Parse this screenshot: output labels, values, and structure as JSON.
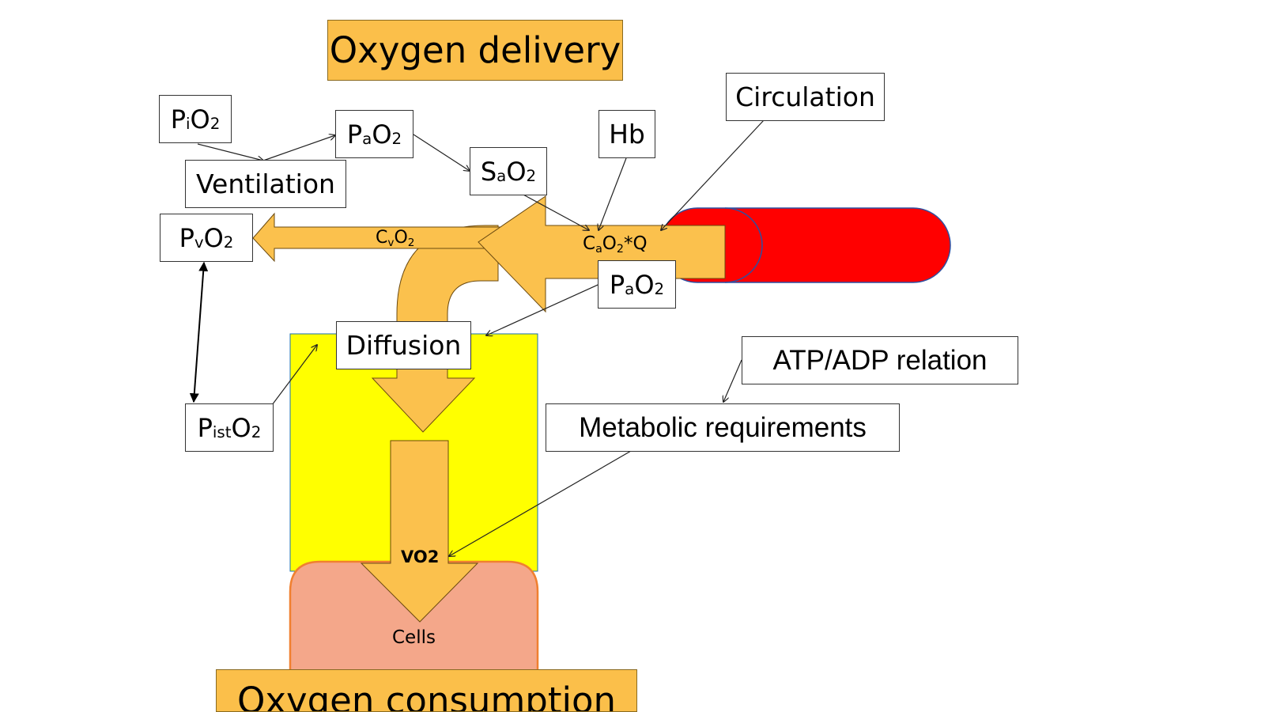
{
  "titles": {
    "delivery": "Oxygen delivery",
    "consumption": "Oxygen consumption"
  },
  "labels": {
    "pio2": {
      "main": "P",
      "sub": "i",
      "tail": "O",
      "tail_sub": "2"
    },
    "pao2_top": {
      "main": "P",
      "sub": "a",
      "tail": "O",
      "tail_sub": "2"
    },
    "sao2": {
      "main": "S",
      "sub": "a",
      "tail": "O",
      "tail_sub": "2"
    },
    "ventilation": "Ventilation",
    "pvo2": {
      "main": "P",
      "sub": "v",
      "tail": "O",
      "tail_sub": "2"
    },
    "hb": "Hb",
    "circulation": "Circulation",
    "cvo2": {
      "main": "C",
      "sub": "v",
      "tail": "O",
      "tail_sub": "2"
    },
    "cao2q": {
      "main": "C",
      "sub": "a",
      "tail": "O",
      "tail_sub": "2",
      "suffix": "*Q"
    },
    "pao2_mid": {
      "main": "P",
      "sub": "a",
      "tail": "O",
      "tail_sub": "2"
    },
    "diffusion": "Diffusion",
    "atp": "ATP/ADP relation",
    "metabolic": "Metabolic requirements",
    "pisto2": {
      "main": "P",
      "sub": "ist",
      "tail": "O",
      "tail_sub": "2"
    },
    "vo2": "VO2",
    "cells": "Cells"
  },
  "colors": {
    "arrow_fill": "#fbc14d",
    "arrow_stroke": "#6b4a10",
    "vessel": "#ff0000",
    "tissue": "#ffff00",
    "cells": "#f4a78a",
    "cells_border": "#f08030",
    "title_fill": "#fbbf4a"
  }
}
